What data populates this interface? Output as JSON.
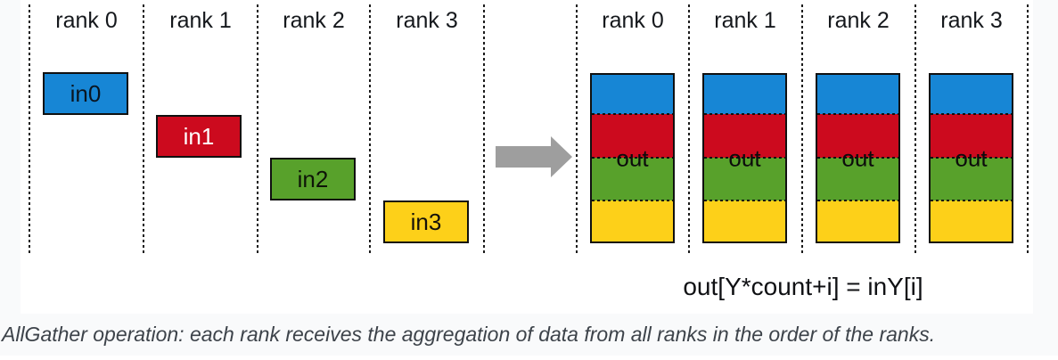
{
  "page": {
    "background": "#f9fafb",
    "panel_background": "#ffffff"
  },
  "left_group": {
    "rank_labels": [
      "rank 0",
      "rank 1",
      "rank 2",
      "rank 3"
    ],
    "inputs": [
      {
        "label": "in0",
        "color": "#1786d5",
        "text_color": "#0a1520"
      },
      {
        "label": "in1",
        "color": "#cc0a1e",
        "text_color": "#ffffff"
      },
      {
        "label": "in2",
        "color": "#58a12b",
        "text_color": "#0e1408"
      },
      {
        "label": "in3",
        "color": "#fdd019",
        "text_color": "#14110a"
      }
    ]
  },
  "arrow": {
    "icon": "right-arrow",
    "color": "#9e9e9e"
  },
  "right_group": {
    "rank_labels": [
      "rank 0",
      "rank 1",
      "rank 2",
      "rank 3"
    ],
    "out_label": "out",
    "segment_colors": {
      "blue": "#1786d5",
      "red": "#cc0a1e",
      "green": "#58a12b",
      "yellow": "#fdd019"
    }
  },
  "formula": "out[Y*count+i] = inY[i]",
  "caption": "AllGather operation: each rank receives the aggregation of data from all ranks in the order of the ranks."
}
